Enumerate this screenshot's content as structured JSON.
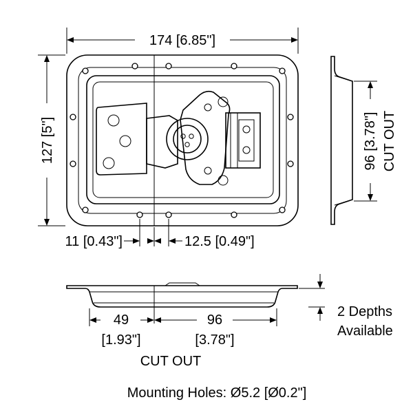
{
  "dimensions": {
    "width": "174 [6.85\"]",
    "height": "127 [5\"]",
    "cutout_height": "96 [3.78\"]",
    "cutout_label_side": "CUT OUT",
    "offset_left": "11 [0.43\"]",
    "offset_right": "12.5 [0.49\"]",
    "side_offset_value": "49",
    "side_offset_inch": "[1.93\"]",
    "side_cutout_value": "96",
    "side_cutout_inch": "[3.78\"]",
    "cutout_label_bottom": "CUT OUT",
    "depths_line1": "2 Depths",
    "depths_line2": "Available"
  },
  "footer": {
    "mounting_holes": "Mounting Holes: Ø5.2 [Ø0.2\"]"
  }
}
